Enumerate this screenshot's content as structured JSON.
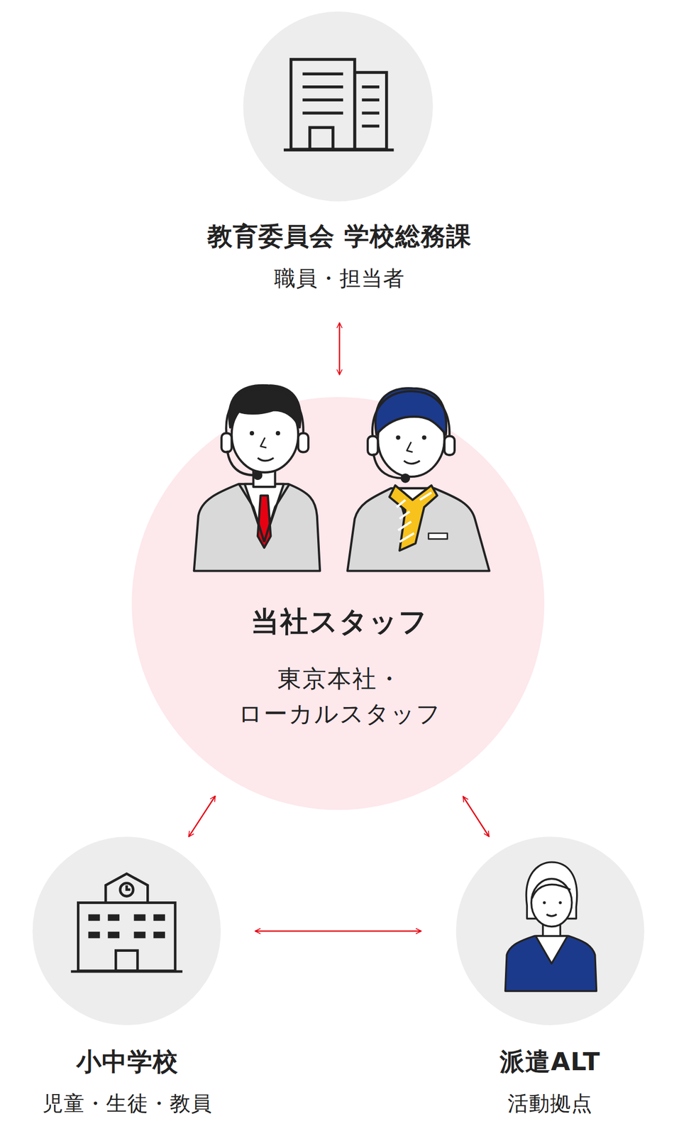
{
  "diagram": {
    "nodes": [
      {
        "text": [
          "教育委員会 学校総務課",
          "職員・担当者"
        ]
      },
      {
        "text": [
          "当社スタッフ",
          "東京本社・ ローカルスタッフ"
        ]
      },
      {
        "text": [
          "小中学校",
          "児童・生徒・教員"
        ]
      },
      {
        "text": [
          "派遣ALT",
          "活動拠点"
        ]
      }
    ],
    "edges": [
      {
        "from": 0,
        "to": 1,
        "arrow": "both"
      },
      {
        "from": 1,
        "to": 2,
        "arrow": "both"
      },
      {
        "from": 1,
        "to": 3,
        "arrow": "both"
      },
      {
        "from": 2,
        "to": 3,
        "arrow": "both"
      }
    ]
  }
}
